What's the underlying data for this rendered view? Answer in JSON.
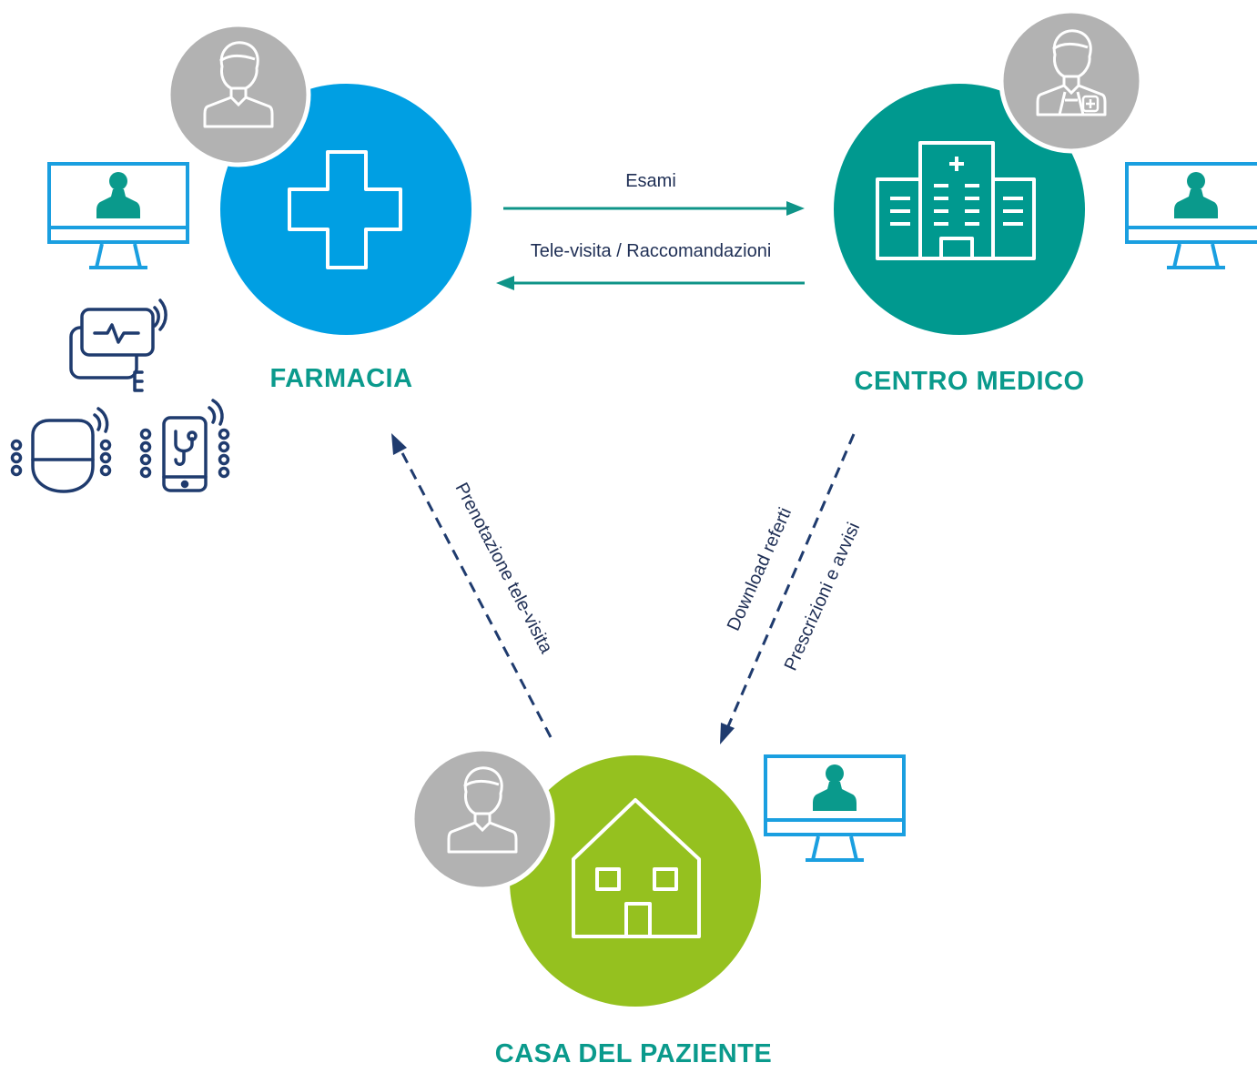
{
  "nodes": {
    "farmacia": {
      "label": "FARMACIA",
      "color": "#009fe3"
    },
    "centro_medico": {
      "label": "CENTRO MEDICO",
      "color": "#00998f"
    },
    "casa_paziente": {
      "label": "CASA DEL PAZIENTE",
      "color": "#95c11f"
    }
  },
  "edges": {
    "esami": "Esami",
    "televisita": "Tele-visita / Raccomandazioni",
    "prenotazione": "Prenotazione tele-visita",
    "download": "Download referti",
    "prescrizioni": "Prescrizioni e avvisi"
  },
  "colors": {
    "label_teal": "#0a9a8c",
    "edge_text": "#1f2f55",
    "arrow_teal": "#0f9488",
    "arrow_navy": "#1f3b6e",
    "avatar_grey": "#b2b2b2",
    "monitor_blue": "#1a9fe0",
    "device_navy": "#1f3b6e"
  },
  "icons": {
    "pharmacy": "pharmacy-cross-icon",
    "hospital": "hospital-building-icon",
    "house": "house-icon",
    "user": "user-avatar-icon",
    "doctor": "doctor-avatar-icon",
    "monitor": "telemedicine-monitor-icon",
    "ecg": "ecg-device-icon",
    "scale": "smart-scale-icon",
    "phone": "smartphone-stethoscope-icon"
  }
}
